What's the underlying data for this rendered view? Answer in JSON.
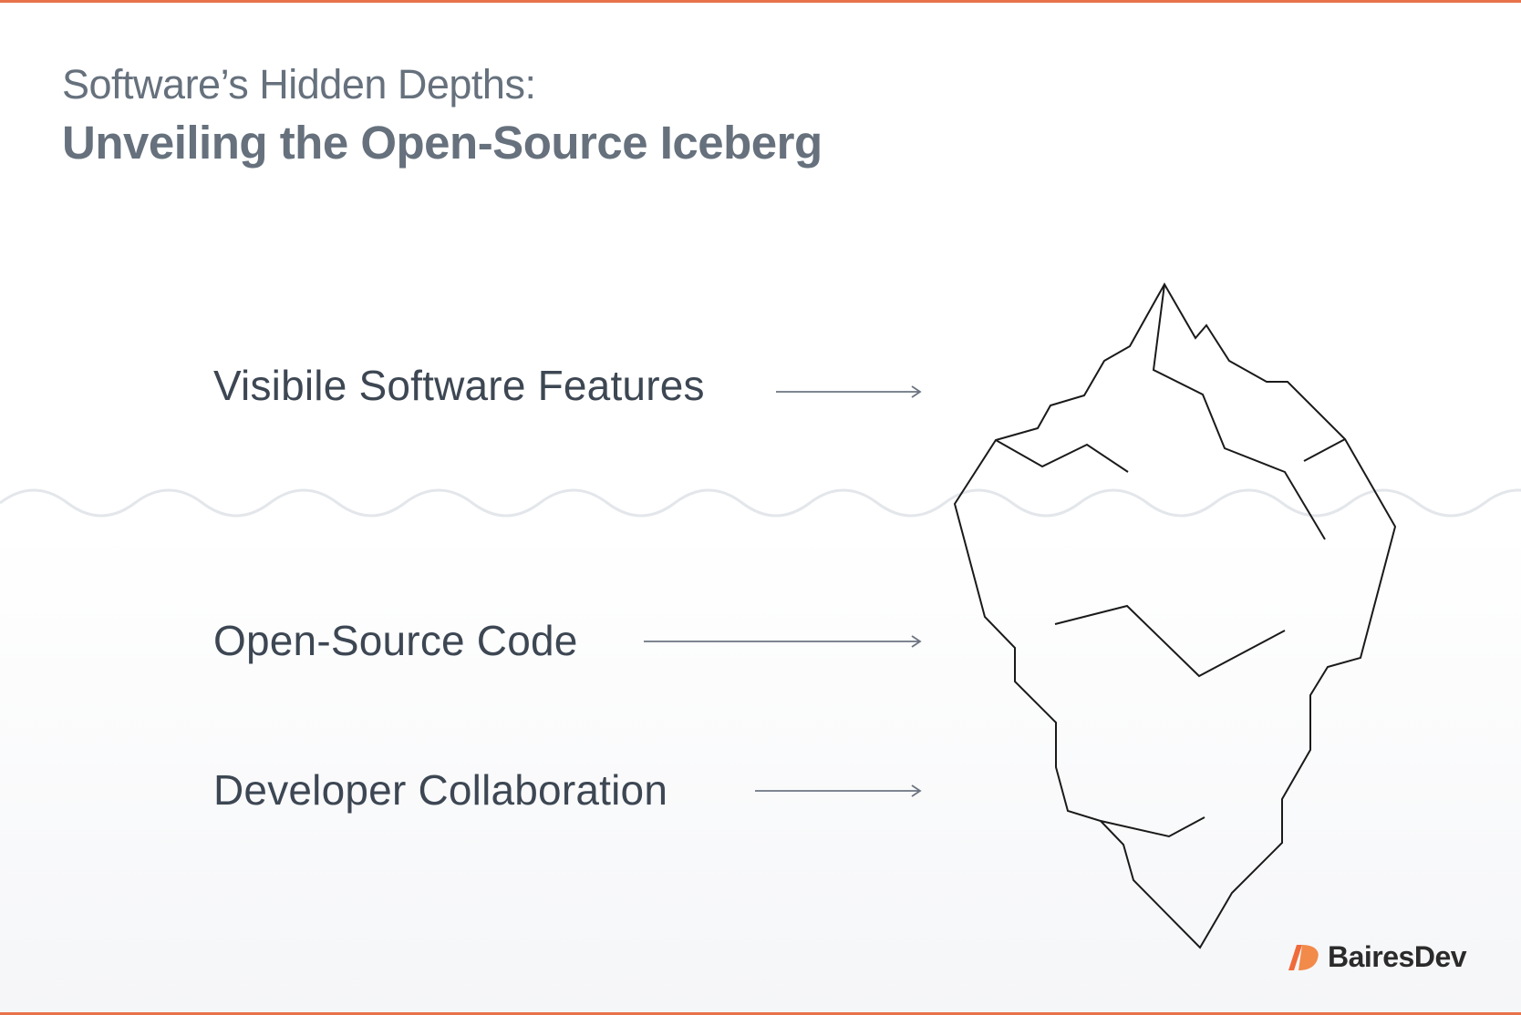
{
  "header": {
    "subtitle": "Software’s Hidden Depths:",
    "title": "Unveiling the Open-Source Iceberg"
  },
  "layers": [
    {
      "label": "Visibile Software Features"
    },
    {
      "label": "Open-Source Code"
    },
    {
      "label": "Developer Collaboration"
    }
  ],
  "brand": {
    "name": "BairesDev"
  },
  "colors": {
    "accent": "#e8734a",
    "heading": "#66717d",
    "label": "#3d4753",
    "arrow": "#6b7480",
    "waterline": "#e3e6ea",
    "iceberg_outline": "#1a1a1a"
  }
}
